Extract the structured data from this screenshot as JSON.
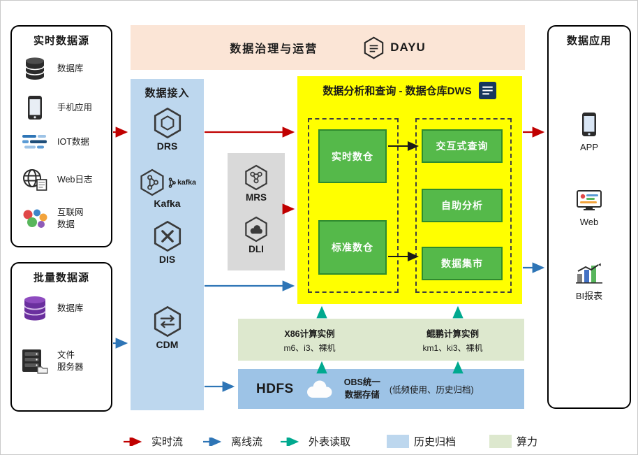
{
  "colors": {
    "realtime_flow": "#c00000",
    "offline_flow": "#2e75b6",
    "external_read": "#00a98f",
    "archive": "#bdd7ee",
    "compute": "#dde8ce",
    "banner_bg": "#fbe5d6",
    "access_bg": "#bdd7ee",
    "middleware_bg": "#d9d9d9",
    "dws_bg": "#ffff00",
    "green_box": "#55b94a",
    "green_box_border": "#2e8b2e",
    "storage_bg": "#9dc3e6"
  },
  "banner": {
    "title": "数据治理与运营",
    "logo_text": "DAYU"
  },
  "realtime_sources": {
    "title": "实时数据源",
    "items": [
      {
        "label": "数据库",
        "icon": "database-icon"
      },
      {
        "label": "手机应用",
        "icon": "phone-icon"
      },
      {
        "label": "IOT数据",
        "icon": "iot-icon"
      },
      {
        "label": "Web日志",
        "icon": "globe-log-icon"
      },
      {
        "label": "互联网\n数据",
        "icon": "internet-data-icon"
      }
    ]
  },
  "batch_sources": {
    "title": "批量数据源",
    "items": [
      {
        "label": "数据库",
        "icon": "database-purple-icon"
      },
      {
        "label": "文件\n服务器",
        "icon": "file-server-icon"
      }
    ]
  },
  "data_access": {
    "title": "数据接入",
    "services": [
      "DRS",
      "Kafka",
      "DIS",
      "CDM"
    ],
    "kafka_badge": "kafka"
  },
  "middleware": {
    "services": [
      "MRS",
      "DLI"
    ]
  },
  "dws": {
    "title": "数据分析和查询 - 数据仓库DWS",
    "left_boxes": [
      "实时数仓",
      "标准数仓"
    ],
    "right_boxes": [
      "交互式查询",
      "自助分析",
      "数据集市"
    ]
  },
  "compute": {
    "x86": {
      "title": "X86计算实例",
      "subtitle": "m6、i3、裸机"
    },
    "kunpeng": {
      "title": "鲲鹏计算实例",
      "subtitle": "km1、ki3、裸机"
    }
  },
  "storage": {
    "hdfs_label": "HDFS",
    "obs_label": "OBS统一\n数据存储",
    "note": "(低频使用、历史归档)"
  },
  "applications": {
    "title": "数据应用",
    "items": [
      {
        "label": "APP",
        "icon": "app-phone-icon"
      },
      {
        "label": "Web",
        "icon": "web-browser-icon"
      },
      {
        "label": "BI报表",
        "icon": "bi-chart-icon"
      }
    ]
  },
  "legend": [
    {
      "label": "实时流",
      "type": "arrow"
    },
    {
      "label": "离线流",
      "type": "arrow"
    },
    {
      "label": "外表读取",
      "type": "arrow"
    },
    {
      "label": "历史归档",
      "type": "swatch"
    },
    {
      "label": "算力",
      "type": "swatch"
    }
  ]
}
